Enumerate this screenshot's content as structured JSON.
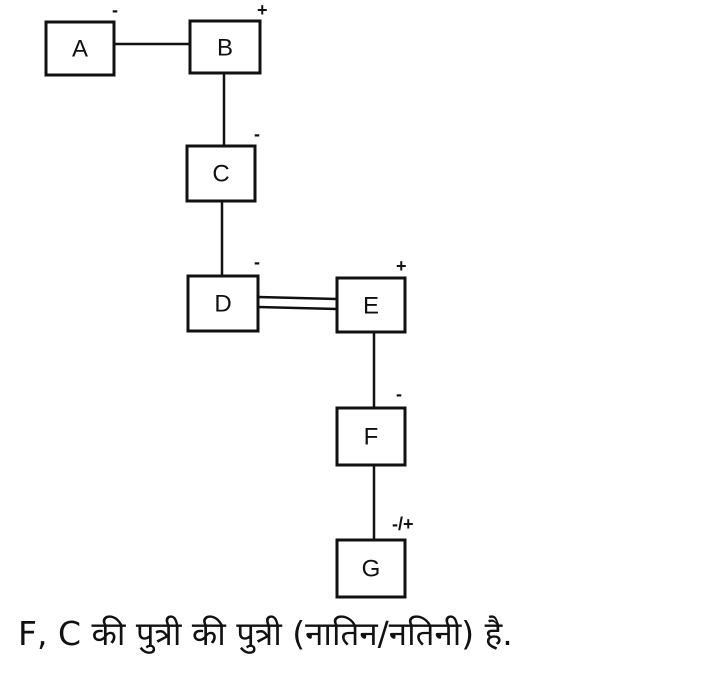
{
  "nodes": {
    "A": {
      "label": "A",
      "sign": "-"
    },
    "B": {
      "label": "B",
      "sign": "+"
    },
    "C": {
      "label": "C",
      "sign": "-"
    },
    "D": {
      "label": "D",
      "sign": "-"
    },
    "E": {
      "label": "E",
      "sign": "+"
    },
    "F": {
      "label": "F",
      "sign": "-"
    },
    "G": {
      "label": "G",
      "sign": "-/+"
    }
  },
  "caption": "F, C की पुत्री की पुत्री (नातिन/नतिनी) है."
}
